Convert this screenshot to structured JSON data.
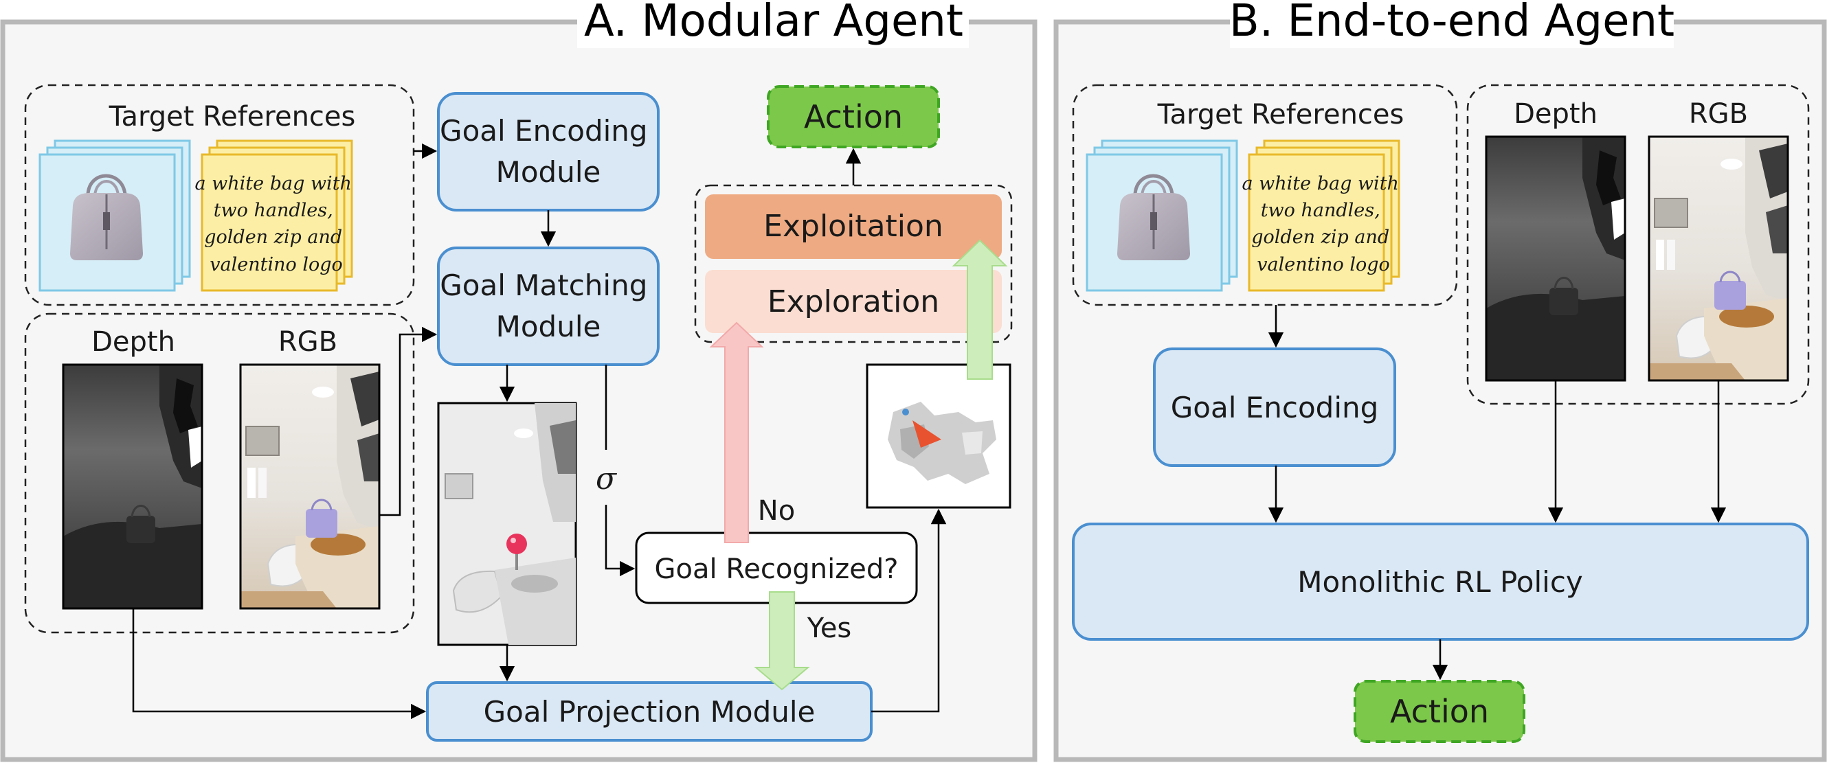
{
  "panel_a": {
    "title": "A. Modular Agent",
    "target_references": "Target References",
    "text_reference": [
      "a white bag with",
      "two handles,",
      "golden zip and",
      "valentino logo"
    ],
    "depth_label": "Depth",
    "rgb_label": "RGB",
    "goal_encoding_module": [
      "Goal Encoding",
      "Module"
    ],
    "goal_matching_module": [
      "Goal Matching",
      "Module"
    ],
    "sigma": "σ",
    "goal_recognized": "Goal Recognized?",
    "no_label": "No",
    "yes_label": "Yes",
    "goal_projection_module": "Goal Projection Module",
    "exploitation": "Exploitation",
    "exploration": "Exploration",
    "action": "Action"
  },
  "panel_b": {
    "title": "B. End-to-end Agent",
    "target_references": "Target References",
    "text_reference": [
      "a white bag with",
      "two handles,",
      "golden zip and",
      "valentino logo"
    ],
    "depth_label": "Depth",
    "rgb_label": "RGB",
    "goal_encoding": "Goal Encoding",
    "policy": "Monolithic RL Policy",
    "action": "Action"
  },
  "colors": {
    "module_fill": "#dae8f5",
    "module_stroke": "#4a8fd0",
    "action_fill": "#7cc84a",
    "action_stroke": "#3fa623",
    "exploitation_fill": "#eeab83",
    "exploration_fill": "#fbddd1",
    "text_card_fill": "#fcefa5",
    "text_card_stroke": "#e8b92a",
    "image_card_fill": "#d6eef7",
    "image_card_stroke": "#7fc8e6",
    "panel_fill": "#f6f6f6",
    "panel_stroke": "#b8b8b8",
    "arrow_no": "#f9c6c6",
    "arrow_yes": "#cdeebb"
  },
  "icons": [
    "handbag-icon",
    "depth-image",
    "rgb-image",
    "goal-marker-icon",
    "topdown-map"
  ]
}
